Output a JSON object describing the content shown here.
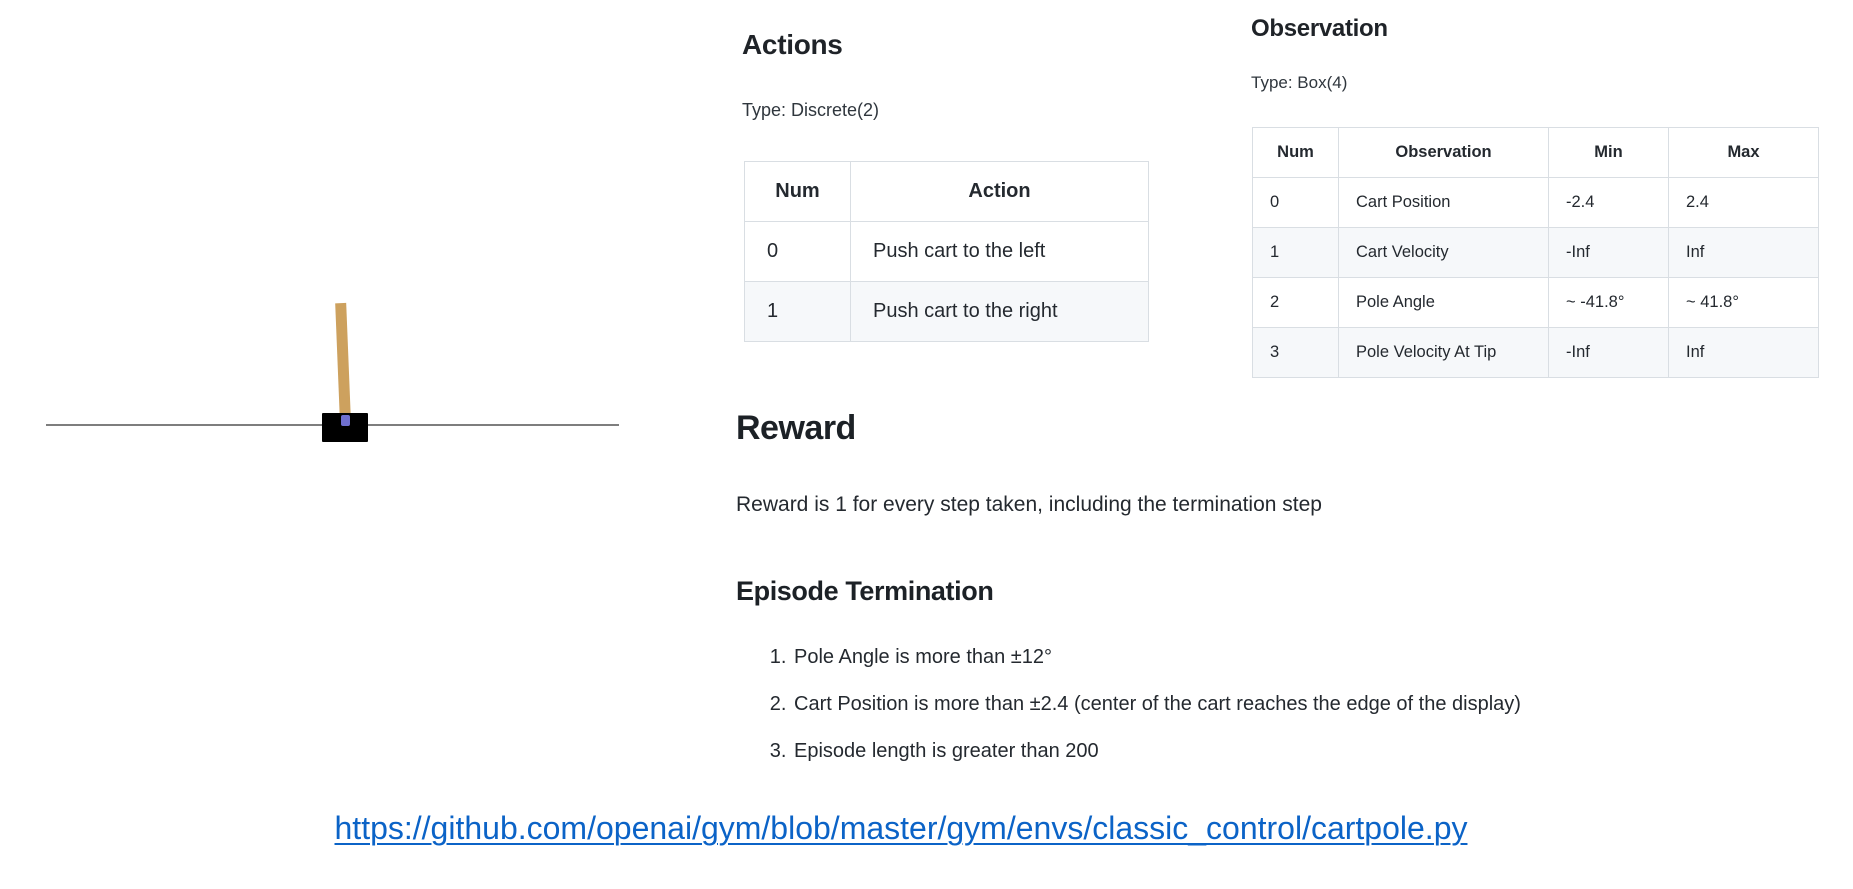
{
  "cartpole_render": {
    "description": "CartPole environment frame: black cart on horizontal track with tan pole",
    "colors": {
      "cart": "#000000",
      "pole": "#cda15e",
      "axle": "#6f6fce",
      "track": "#7e7e7e"
    }
  },
  "actions": {
    "heading": "Actions",
    "type_line": "Type: Discrete(2)",
    "table": {
      "headers": [
        "Num",
        "Action"
      ],
      "rows": [
        [
          "0",
          "Push cart to the left"
        ],
        [
          "1",
          "Push cart to the right"
        ]
      ]
    }
  },
  "observation": {
    "heading": "Observation",
    "type_line": "Type: Box(4)",
    "table": {
      "headers": [
        "Num",
        "Observation",
        "Min",
        "Max"
      ],
      "rows": [
        [
          "0",
          "Cart Position",
          "-2.4",
          "2.4"
        ],
        [
          "1",
          "Cart Velocity",
          "-Inf",
          "Inf"
        ],
        [
          "2",
          "Pole Angle",
          "~ -41.8°",
          "~ 41.8°"
        ],
        [
          "3",
          "Pole Velocity At Tip",
          "-Inf",
          "Inf"
        ]
      ]
    }
  },
  "reward": {
    "heading": "Reward",
    "text": "Reward is 1 for every step taken, including the termination step"
  },
  "episode_termination": {
    "heading": "Episode Termination",
    "items": [
      "Pole Angle is more than ±12°",
      "Cart Position is more than ±2.4 (center of the cart reaches the edge of the display)",
      "Episode length is greater than 200"
    ]
  },
  "link": {
    "text": "https://github.com/openai/gym/blob/master/gym/envs/classic_control/cartpole.py",
    "color": "#0b63c7"
  },
  "style": {
    "table_border": "#d9dee3",
    "table_stripe": "#f6f8fa",
    "text_color": "#24292f"
  }
}
